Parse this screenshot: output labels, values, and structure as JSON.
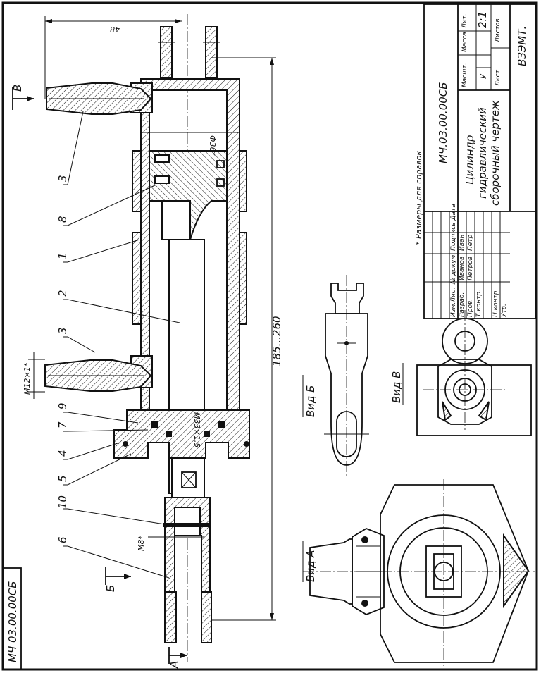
{
  "document": {
    "designation": "МЧ.03.00.00СБ",
    "designation_stamp": "МЧ 03.00.00СБ",
    "title_lines": [
      "Цилиндр",
      "гидравлический",
      "сборочный чертеж"
    ],
    "org": "ВЗЭМТ.",
    "scale": "2:1",
    "lit": "У",
    "note": "* Размеры для справок"
  },
  "title_block_headers": {
    "lit": "Лит.",
    "mass": "Масса",
    "scale": "Масшт.",
    "sheet": "Лист",
    "sheets": "Листов",
    "row_cols": "Изм.Лист № докум. Подпись Дата",
    "razrab": "Разраб.",
    "prov": "Пров.",
    "tkontr": "Т.контр.",
    "nkontr": "Н.контр.",
    "utv": "Утв.",
    "name1": "Иванов",
    "name2": "Петров",
    "sig1": "Иван",
    "sig2": "Петр"
  },
  "dimensions": {
    "width_48": "48",
    "dia_36": "Ф36*",
    "length": "185...260",
    "thread_m12": "M12×1*",
    "thread_m33": "M33×1,5",
    "thread_m8": "M8*"
  },
  "view_labels": {
    "a": "Вид А",
    "b": "Вид Б",
    "v": "Вид В",
    "arrow_a": "А",
    "arrow_b": "Б",
    "arrow_v": "В"
  },
  "callouts": [
    "3",
    "8",
    "1",
    "2",
    "3",
    "9",
    "7",
    "4",
    "5",
    "10",
    "6"
  ]
}
